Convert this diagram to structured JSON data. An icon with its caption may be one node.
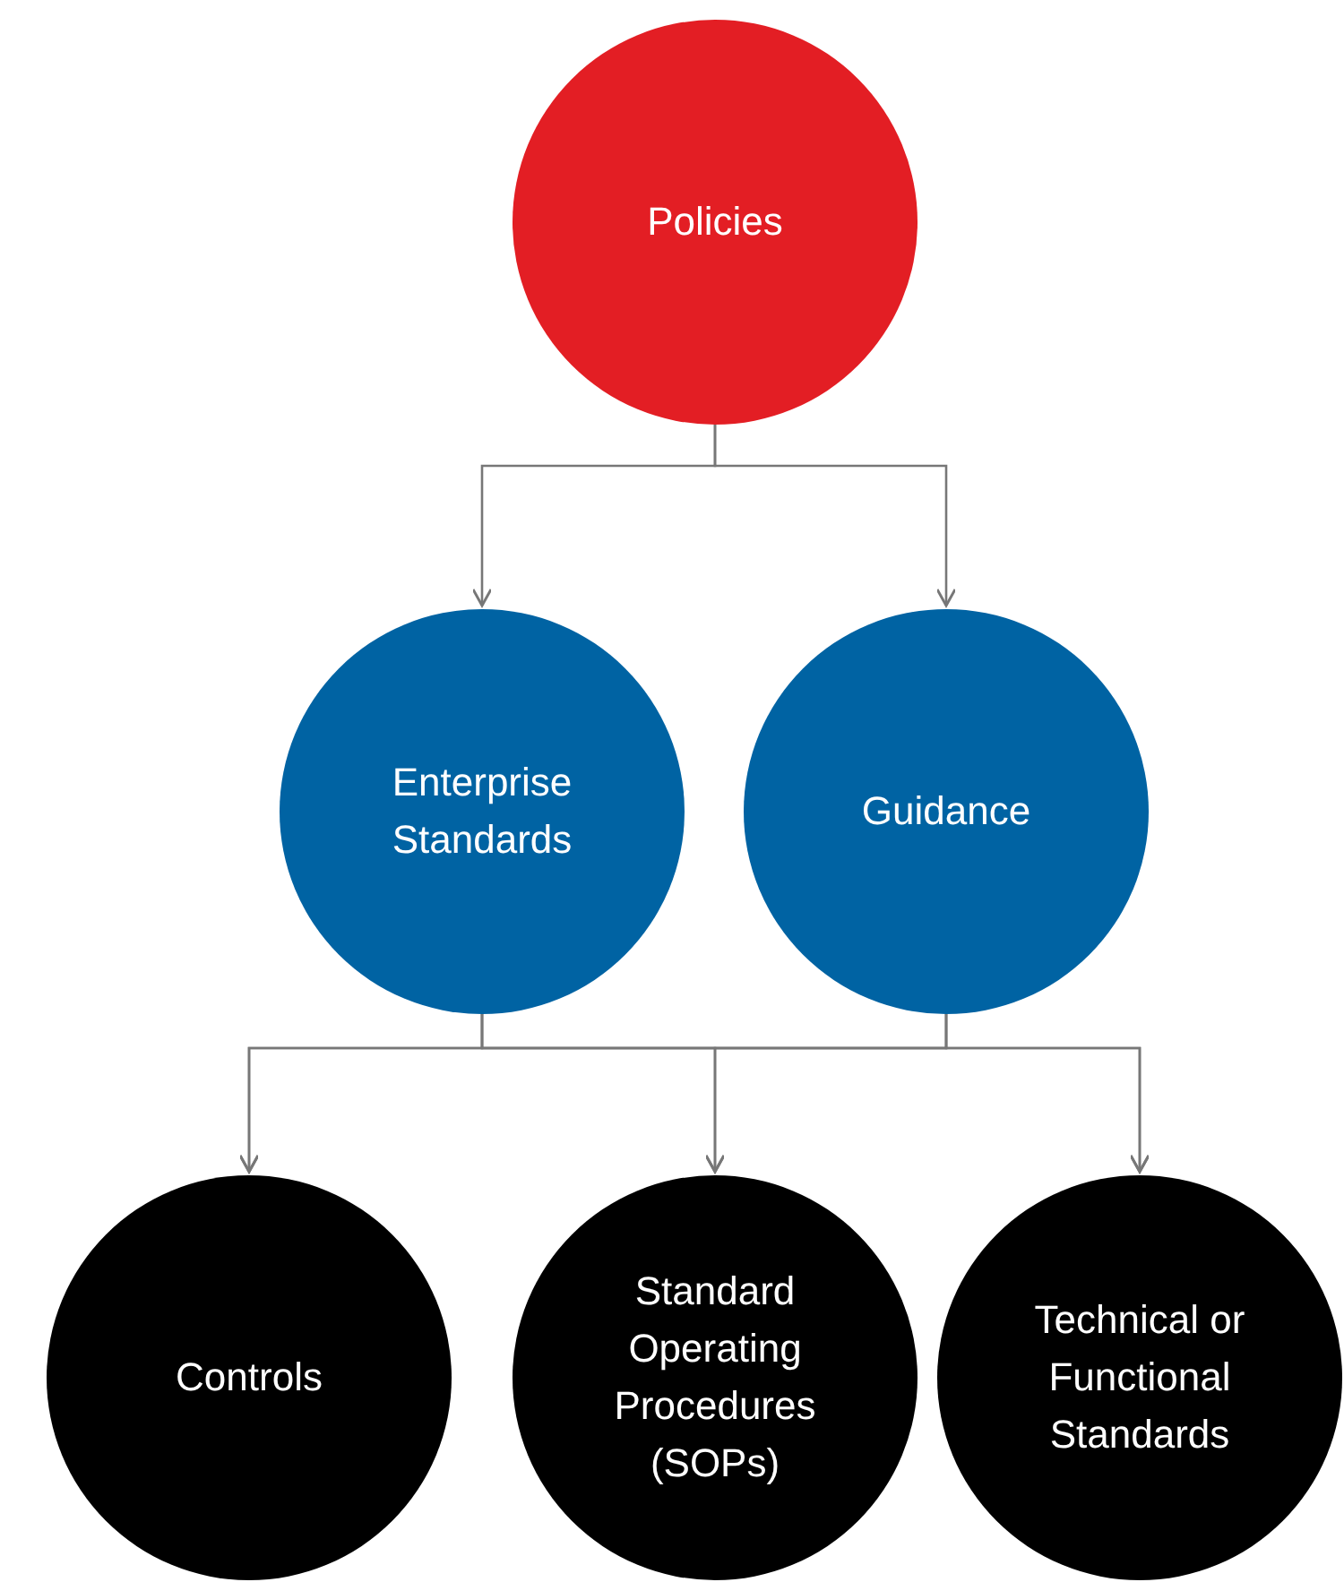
{
  "diagram": {
    "nodes": [
      {
        "text": [
          "Policies"
        ]
      },
      {
        "text": [
          "Enterprise Standards"
        ]
      },
      {
        "text": [
          "Guidance"
        ]
      },
      {
        "text": [
          "Controls"
        ]
      },
      {
        "text": [
          "Standard Operating Procedures (SOPs)"
        ]
      },
      {
        "text": [
          "Technical or Functional Standards"
        ]
      }
    ],
    "edges": [
      {
        "from": 0,
        "to": 1,
        "arrow": "to"
      },
      {
        "from": 0,
        "to": 2,
        "arrow": "to"
      },
      {
        "from": 1,
        "to": 3,
        "arrow": "to"
      },
      {
        "from": 1,
        "to": 4,
        "arrow": "to"
      },
      {
        "from": 1,
        "to": 5,
        "arrow": "to"
      },
      {
        "from": 2,
        "to": 3,
        "arrow": "to"
      },
      {
        "from": 2,
        "to": 4,
        "arrow": "to"
      },
      {
        "from": 2,
        "to": 5,
        "arrow": "to"
      }
    ]
  }
}
